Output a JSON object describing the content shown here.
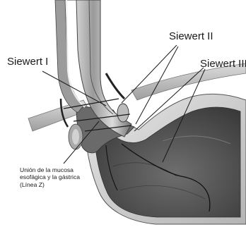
{
  "labels": {
    "siewert_1": "Siewert I",
    "siewert_2": "Siewert II",
    "siewert_3": "Siewert III",
    "junction_line1": "Unión de la mucosa",
    "junction_line2": "esofágica y la gástrica",
    "junction_line3": "(Línea Z)"
  },
  "colors": {
    "background": "#ffffff",
    "tissue_dark": "#4a4a4a",
    "tissue_mid": "#8c8c8c",
    "tissue_light": "#cfcfcf",
    "outline": "#1a1a1a"
  }
}
